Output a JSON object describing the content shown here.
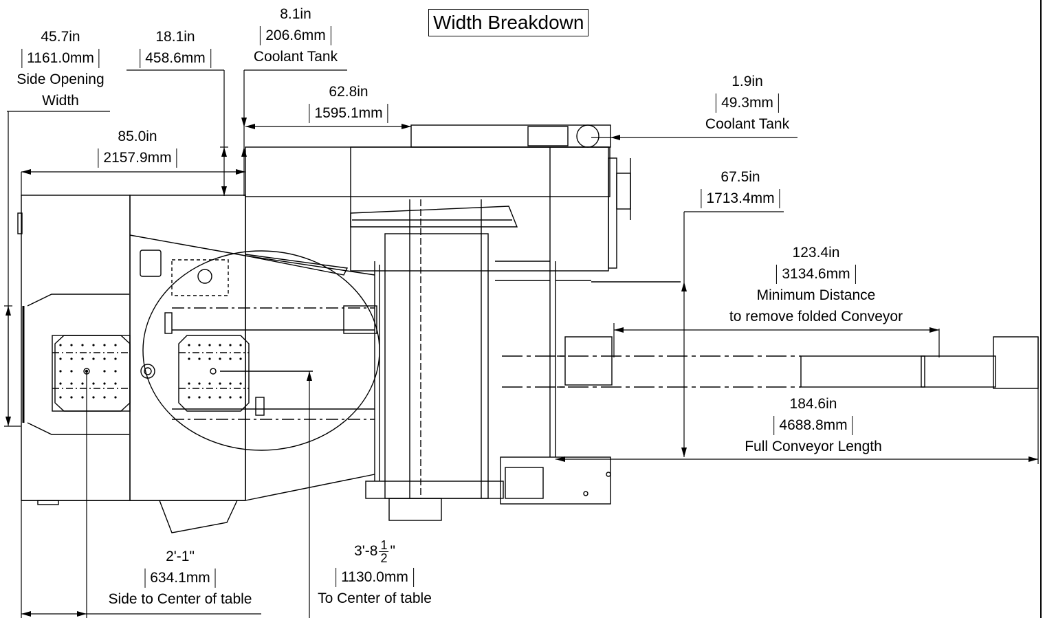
{
  "title": "Width Breakdown",
  "dims": {
    "side_opening": {
      "in": "45.7in",
      "mm": "1161.0mm",
      "line1": "Side Opening",
      "line2": "Width"
    },
    "d18": {
      "in": "18.1in",
      "mm": "458.6mm"
    },
    "coolant_top": {
      "in": "8.1in",
      "mm": "206.6mm",
      "label": "Coolant Tank"
    },
    "d62": {
      "in": "62.8in",
      "mm": "1595.1mm"
    },
    "d85": {
      "in": "85.0in",
      "mm": "2157.9mm"
    },
    "coolant_right": {
      "in": "1.9in",
      "mm": "49.3mm",
      "label": "Coolant Tank"
    },
    "d67": {
      "in": "67.5in",
      "mm": "1713.4mm"
    },
    "d123": {
      "in": "123.4in",
      "mm": "3134.6mm",
      "line1": "Minimum Distance",
      "line2": "to remove folded Conveyor"
    },
    "d184": {
      "in": "184.6in",
      "mm": "4688.8mm",
      "label": "Full Conveyor Length"
    },
    "d2ft": {
      "in": "2'-1\"",
      "mm": "634.1mm",
      "label": "Side  to Center  of table"
    },
    "d3ft": {
      "whole": "3'-8",
      "num": "1",
      "den": "2",
      "unit": "\"",
      "mm": "1130.0mm",
      "label": "To Center of table"
    }
  }
}
